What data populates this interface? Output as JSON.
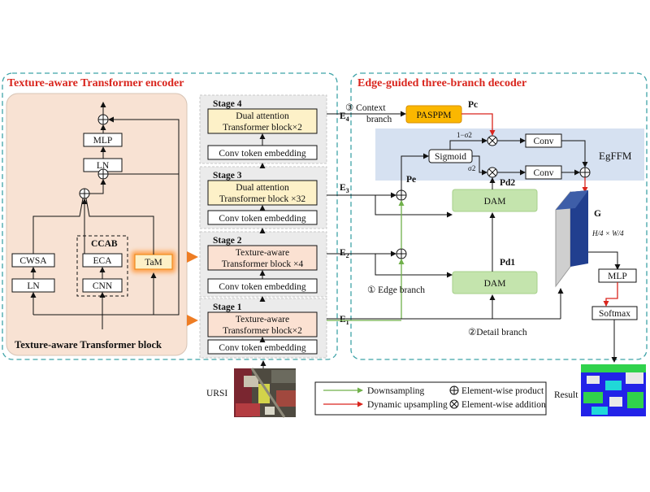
{
  "encoder": {
    "title": "Texture-aware Transformer encoder",
    "block_title": "Texture-aware Transformer block",
    "ccab": "CCAB",
    "mlp": "MLP",
    "ln_top": "LN",
    "cwsa": "CWSA",
    "ln_bottom": "LN",
    "eca": "ECA",
    "cnn": "CNN",
    "tam": "TaM",
    "stages": [
      {
        "label": "Stage 4",
        "block": [
          "Dual attention",
          "Transformer block×2"
        ],
        "embed": "Conv token embedding",
        "feature": "E4"
      },
      {
        "label": "Stage 3",
        "block": [
          "Dual attention",
          "Transformer block ×32"
        ],
        "embed": "Conv token embedding",
        "feature": "E3"
      },
      {
        "label": "Stage 2",
        "block": [
          "Texture-aware",
          "Transformer block ×4"
        ],
        "embed": "Conv token embedding",
        "feature": "E2"
      },
      {
        "label": "Stage 1",
        "block": [
          "Texture-aware",
          "Transformer block×2"
        ],
        "embed": "Conv token embedding",
        "feature": "E1"
      }
    ],
    "input_label": "URSI"
  },
  "decoder": {
    "title": "Edge-guided three-branch decoder",
    "context_branch": [
      "③ Context",
      "branch"
    ],
    "pasppm": "PASPPM",
    "pc": "Pc",
    "egffm": "EgFFM",
    "sigmoid": "Sigmoid",
    "one_minus_sigma": "1−σ2",
    "sigma": "σ2",
    "conv1": "Conv",
    "conv2": "Conv",
    "pe": "Pe",
    "pd2": "Pd2",
    "pd1": "Pd1",
    "dam1": "DAM",
    "dam2": "DAM",
    "g": "G",
    "g_size": "H/4 × W/4",
    "mlp": "MLP",
    "softmax": "Softmax",
    "edge_branch": "① Edge branch",
    "detail_branch": "②Detail branch",
    "result": "Result"
  },
  "legend": {
    "downsampling": "Downsampling",
    "dynamic_upsampling": "Dynamic upsampling",
    "element_product": "Element-wise product",
    "element_addition": "Element-wise addition"
  },
  "colors": {
    "encoder_bg": "#f8e2d3",
    "stage_bg": "#ebebeb",
    "dual_block": "#fdf1c8",
    "texture_block": "#fbe1d2",
    "pasppm": "#fbb700",
    "dam": "#c4e4ad",
    "egffm_bg": "#d6e1f1",
    "edge_arrow": "#70b04a",
    "up_arrow": "#d9251d",
    "dashed_border": "#3fa3a8",
    "stage_arrow": "#ee7d24",
    "feature_map": "#213f8f"
  }
}
